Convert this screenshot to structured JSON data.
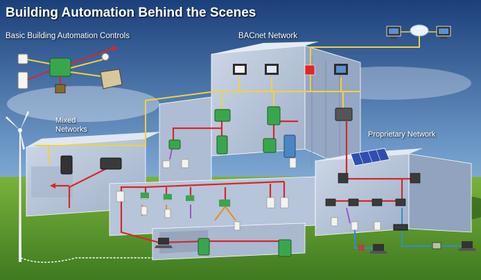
{
  "title": "Building Automation Behind the Scenes",
  "labels": {
    "basic_controls": "Basic Building Automation Controls",
    "bacnet_network": "BACnet Network",
    "mixed_networks_line1": "Mixed",
    "mixed_networks_line2": "Networks",
    "proprietary_network": "Proprietary Network"
  },
  "colors": {
    "sky_top": "#1b3f7a",
    "sky_bottom": "#c4d9ec",
    "grass": "#4f8f2a",
    "building_face": "#b9c7dc",
    "building_side": "#97a8c2",
    "bacnet_line": "#f2d23a",
    "field_line": "#d8262a",
    "lon_line": "#f08a1a",
    "purple_line": "#9b59c6",
    "network_line": "#2c8fcf",
    "controller_green": "#3aa64c",
    "red_router": "#e02626"
  },
  "icons": [
    "thermostat-icon",
    "controller-icon",
    "computer-icon",
    "cloud-icon",
    "wind-turbine-icon",
    "solar-panel-icon",
    "sensor-icon",
    "laptop-icon",
    "network-switch-icon",
    "router-icon"
  ]
}
